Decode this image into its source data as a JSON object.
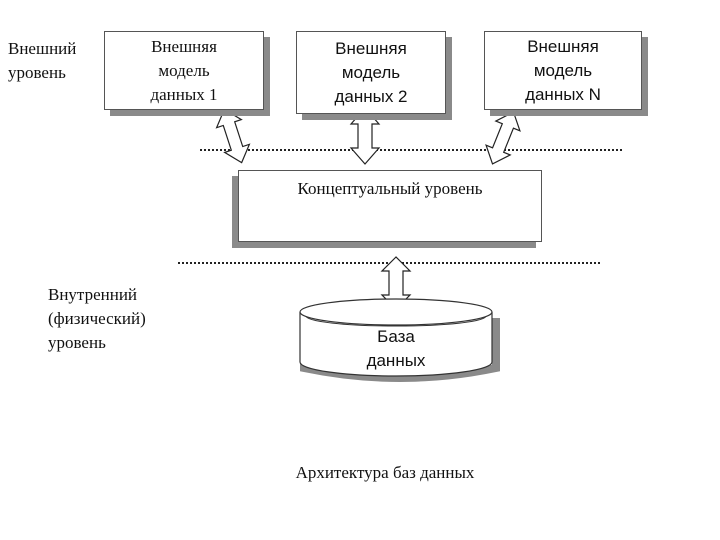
{
  "levels": {
    "external": "Внешний\nуровень",
    "internal": "Внутренний\n(физический)\nуровень"
  },
  "external_models": [
    {
      "text": "Внешняя\nмодель\nданных 1"
    },
    {
      "text": "Внешняя\nмодель\nданных 2"
    },
    {
      "text": "Внешняя\nмодель\nданных N"
    }
  ],
  "conceptual": {
    "text": "Концептуальный уровень"
  },
  "database": {
    "text": "База\nданных"
  },
  "caption": "Архитектура баз данных",
  "colors": {
    "shadow": "#8a8a8a",
    "border": "#555555",
    "text": "#111111",
    "background": "#ffffff"
  }
}
